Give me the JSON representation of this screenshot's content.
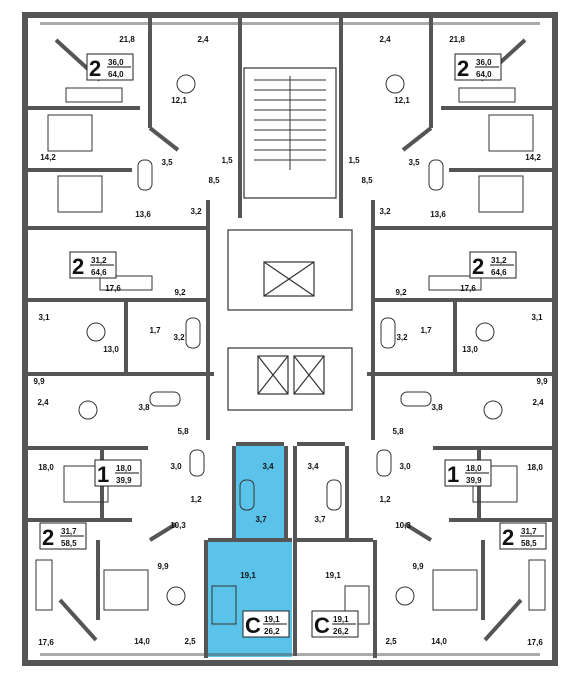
{
  "colors": {
    "highlight": "#5bc3ea",
    "wall": "#555555"
  },
  "apartments": [
    {
      "id": "nw",
      "rooms": "2",
      "living": "36,0",
      "total": "64,0"
    },
    {
      "id": "ne",
      "rooms": "2",
      "living": "36,0",
      "total": "64,0"
    },
    {
      "id": "w2",
      "rooms": "2",
      "living": "31,2",
      "total": "64,6"
    },
    {
      "id": "e2",
      "rooms": "2",
      "living": "31,2",
      "total": "64,6"
    },
    {
      "id": "w1",
      "rooms": "1",
      "living": "18,0",
      "total": "39,9"
    },
    {
      "id": "e1",
      "rooms": "1",
      "living": "18,0",
      "total": "39,9"
    },
    {
      "id": "sw",
      "rooms": "2",
      "living": "31,7",
      "total": "58,5"
    },
    {
      "id": "se",
      "rooms": "2",
      "living": "31,7",
      "total": "58,5"
    },
    {
      "id": "sc",
      "rooms": "С",
      "living": "19,1",
      "total": "26,2"
    },
    {
      "id": "sc2",
      "rooms": "С",
      "living": "19,1",
      "total": "26,2"
    }
  ],
  "room_labels": [
    "21,8",
    "2,4",
    "2,4",
    "21,8",
    "12,1",
    "12,1",
    "14,2",
    "3,5",
    "1,5",
    "1,5",
    "3,5",
    "14,2",
    "8,5",
    "8,5",
    "13,6",
    "13,6",
    "3,2",
    "3,2",
    "17,6",
    "9,2",
    "9,2",
    "17,6",
    "3,1",
    "1,7",
    "3,2",
    "3,2",
    "1,7",
    "3,1",
    "13,0",
    "13,0",
    "9,9",
    "9,9",
    "2,4",
    "2,4",
    "3,8",
    "3,8",
    "5,8",
    "5,8",
    "18,0",
    "3,0",
    "3,4",
    "3,4",
    "3,0",
    "18,0",
    "1,2",
    "1,2",
    "3,7",
    "3,7",
    "10,3",
    "10,3",
    "9,9",
    "19,1",
    "19,1",
    "9,9",
    "17,6",
    "14,0",
    "2,5",
    "2,5",
    "14,0",
    "17,6"
  ]
}
